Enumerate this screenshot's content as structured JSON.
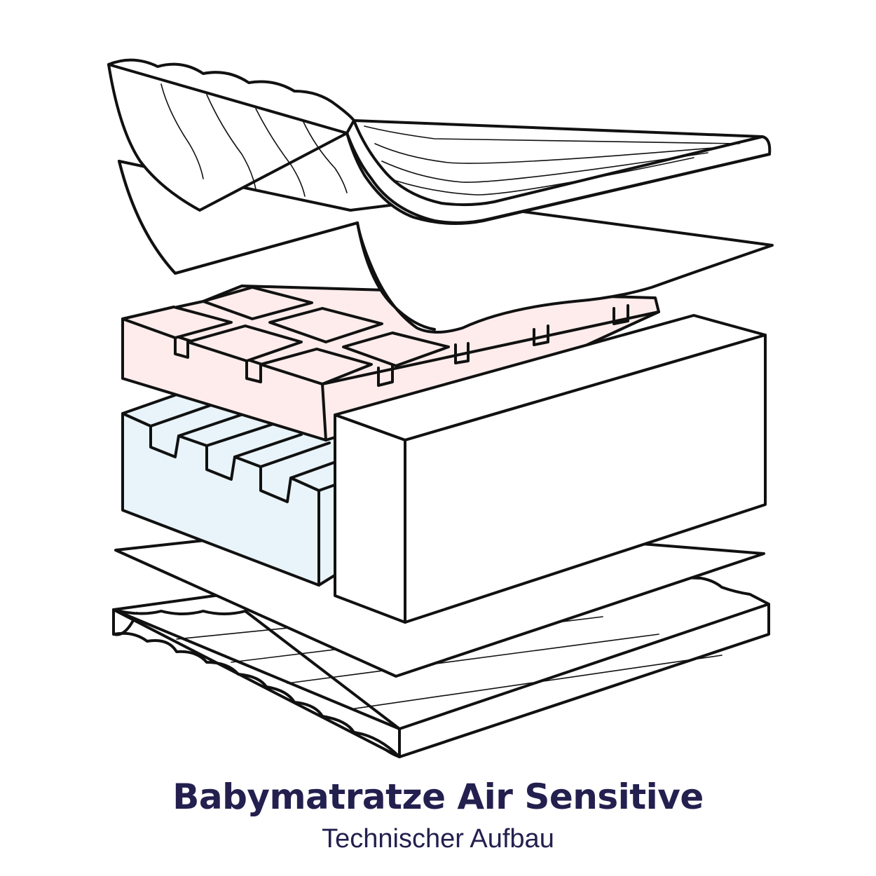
{
  "title": "Babymatratze Air Sensitive",
  "subtitle": "Technischer Aufbau",
  "colors": {
    "outline": "#111111",
    "layer_fill": "#ffffff",
    "pink_foam": "#fdeceb",
    "blue_foam": "#e8f4f9",
    "caption": "#23204f"
  },
  "layers": [
    "quilted-top-cover",
    "fleece-sheet-upper",
    "pink-cube-foam-core",
    "blue-channel-foam-core",
    "white-block-cutaway",
    "fleece-sheet-lower",
    "quilted-bottom-cover"
  ]
}
